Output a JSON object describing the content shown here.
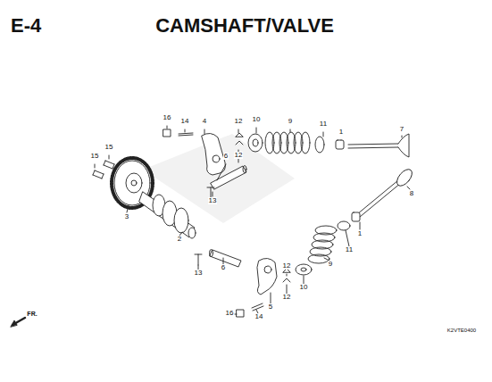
{
  "diagram": {
    "title": "CAMSHAFT/VALVE",
    "labels": [
      "E-4",
      "16",
      "14",
      "4",
      "12",
      "10",
      "9",
      "11",
      "1",
      "7",
      "15",
      "15",
      "12",
      "6",
      "3",
      "2",
      "13",
      "8",
      "1",
      "11",
      "6",
      "13",
      "12",
      "9",
      "10",
      "12",
      "5",
      "16",
      "14",
      "FR.",
      "K2VTE0400"
    ]
  }
}
